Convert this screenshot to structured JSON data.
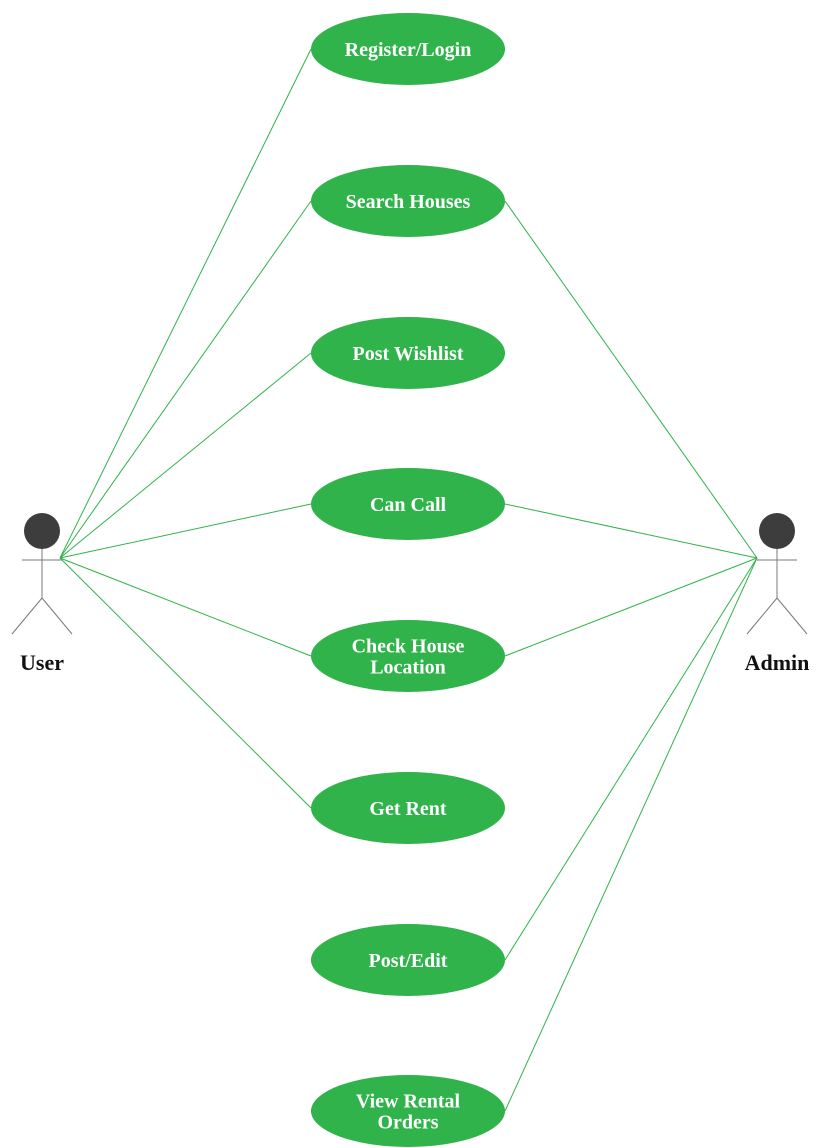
{
  "actors": {
    "user": {
      "label": "User"
    },
    "admin": {
      "label": "Admin"
    }
  },
  "use_cases": [
    {
      "id": "register-login",
      "lines": [
        "Register/Login"
      ]
    },
    {
      "id": "search-houses",
      "lines": [
        "Search Houses"
      ]
    },
    {
      "id": "post-wishlist",
      "lines": [
        "Post Wishlist"
      ]
    },
    {
      "id": "can-call",
      "lines": [
        "Can Call"
      ]
    },
    {
      "id": "check-house-location",
      "lines": [
        "Check House",
        "Location"
      ]
    },
    {
      "id": "get-rent",
      "lines": [
        "Get Rent"
      ]
    },
    {
      "id": "post-edit",
      "lines": [
        "Post/Edit"
      ]
    },
    {
      "id": "view-rental-orders",
      "lines": [
        "View Rental",
        "Orders"
      ]
    }
  ],
  "associations": [
    {
      "actor": "user",
      "use_case": "register-login"
    },
    {
      "actor": "user",
      "use_case": "search-houses"
    },
    {
      "actor": "user",
      "use_case": "post-wishlist"
    },
    {
      "actor": "user",
      "use_case": "can-call"
    },
    {
      "actor": "user",
      "use_case": "check-house-location"
    },
    {
      "actor": "user",
      "use_case": "get-rent"
    },
    {
      "actor": "admin",
      "use_case": "search-houses"
    },
    {
      "actor": "admin",
      "use_case": "can-call"
    },
    {
      "actor": "admin",
      "use_case": "check-house-location"
    },
    {
      "actor": "admin",
      "use_case": "post-edit"
    },
    {
      "actor": "admin",
      "use_case": "view-rental-orders"
    }
  ],
  "colors": {
    "use_case_fill": "#2fb34a",
    "use_case_text": "#ffffff",
    "association_line": "#2fb34a",
    "actor_head": "#3d3d3d",
    "actor_body": "#7a7a7a"
  }
}
